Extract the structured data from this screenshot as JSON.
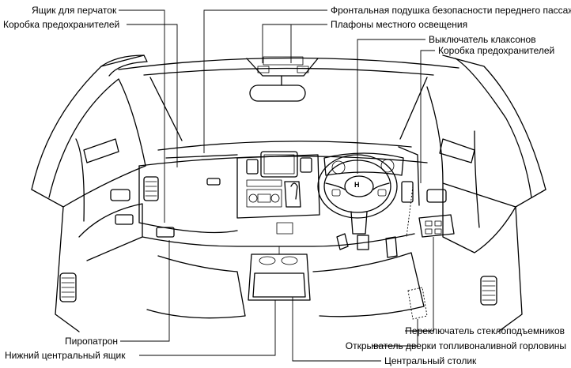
{
  "labels": {
    "glovebox": "Ящик для перчаток",
    "fusebox_left": "Коробка предохранителей",
    "front_airbag": "Фронтальная подушка безопасности переднего пассажира",
    "dome_lights": "Плафоны местного освещения",
    "horn_switch": "Выключатель клаксонов",
    "fusebox_right": "Коробка предохранителей",
    "window_switch": "Переключатель стеклоподъемников",
    "fuel_door_opener": "Открыватель дверки топливоналивной горловины",
    "pyro_cartridge": "Пиропатрон",
    "lower_console_box": "Нижний центральный ящик",
    "center_table": "Центральный столик"
  },
  "steering_badge": "H"
}
